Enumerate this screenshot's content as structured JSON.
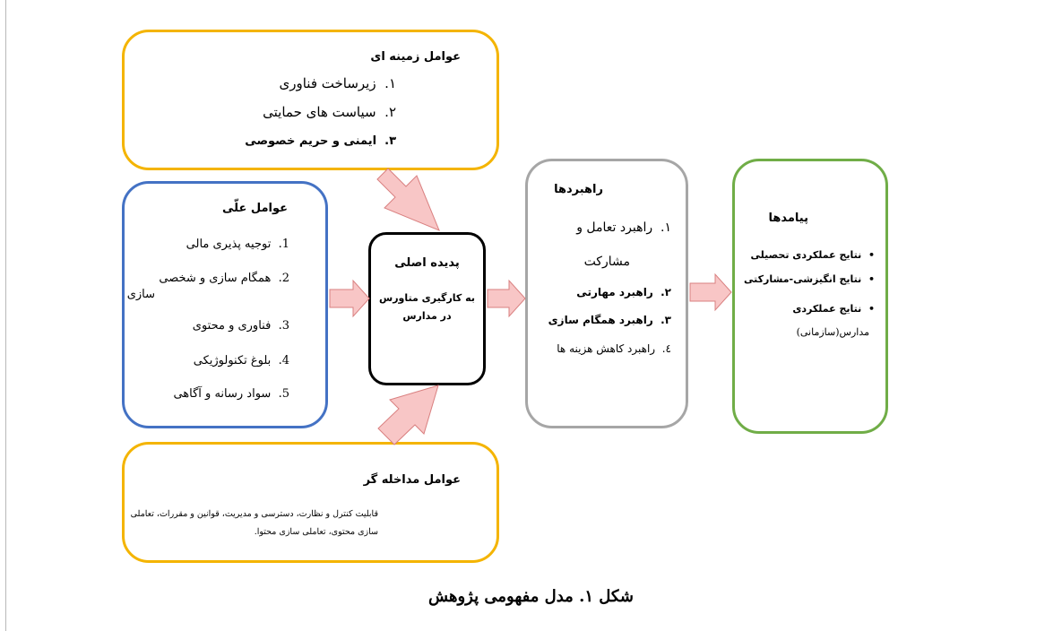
{
  "contextual": {
    "title": "عوامل زمینه ای",
    "items": [
      {
        "num": "۱.",
        "text": "زیرساخت فناوری"
      },
      {
        "num": "۲.",
        "text": "سیاست های حمایتی"
      },
      {
        "num": "۳.",
        "text": "ایمنی و حریم خصوصی"
      }
    ]
  },
  "causal": {
    "title": "عوامل علّی",
    "items": [
      {
        "num": "1.",
        "text": "توجیه پذیری مالی"
      },
      {
        "num": "2.",
        "text": "همگام سازی و شخصی",
        "text2": "سازی"
      },
      {
        "num": "3.",
        "text": "فناوری و محتوی"
      },
      {
        "num": "4.",
        "text": "بلوغ تکنولوژیکی"
      },
      {
        "num": "5.",
        "text": "سواد رسانه و آگاهی"
      }
    ]
  },
  "core": {
    "title": "پدیده اصلی",
    "line1": "به کارگیری متاورس",
    "line2": "در مدارس"
  },
  "strategies": {
    "title": "راهبردها",
    "items": [
      {
        "num": "۱.",
        "text": "راهبرد تعامل و",
        "text2": "مشارکت"
      },
      {
        "num": "۲.",
        "text": "راهبرد مهارتی"
      },
      {
        "num": "۳.",
        "text": "راهبرد همگام سازی"
      },
      {
        "num": "٤.",
        "text": "راهبرد کاهش هزینه ها"
      }
    ]
  },
  "outcomes": {
    "title": "پیامدها",
    "items": [
      {
        "text": "نتایج عملکردی تحصیلی"
      },
      {
        "text": "نتایج انگیزشی-مشارکتی"
      },
      {
        "text": "نتایج عملکردی",
        "text2": "مدارس(سازمانی)"
      }
    ]
  },
  "intervening": {
    "title": "عوامل مداخله گر",
    "line1": "قابلیت کنترل و نظارت، دسترسی و مدیریت، قوانین و مقررات، تعاملی",
    "line2": "سازی محتوی، تعاملی سازی محتوا."
  },
  "caption": "شکل ۱. مدل مفهومی پژوهش",
  "colors": {
    "contextual": "#f4b400",
    "causal": "#4472c4",
    "core": "#000000",
    "strategies": "#a6a6a6",
    "outcomes": "#70ad47",
    "arrow_fill": "#f8c6c6",
    "arrow_stroke": "#d98080"
  }
}
